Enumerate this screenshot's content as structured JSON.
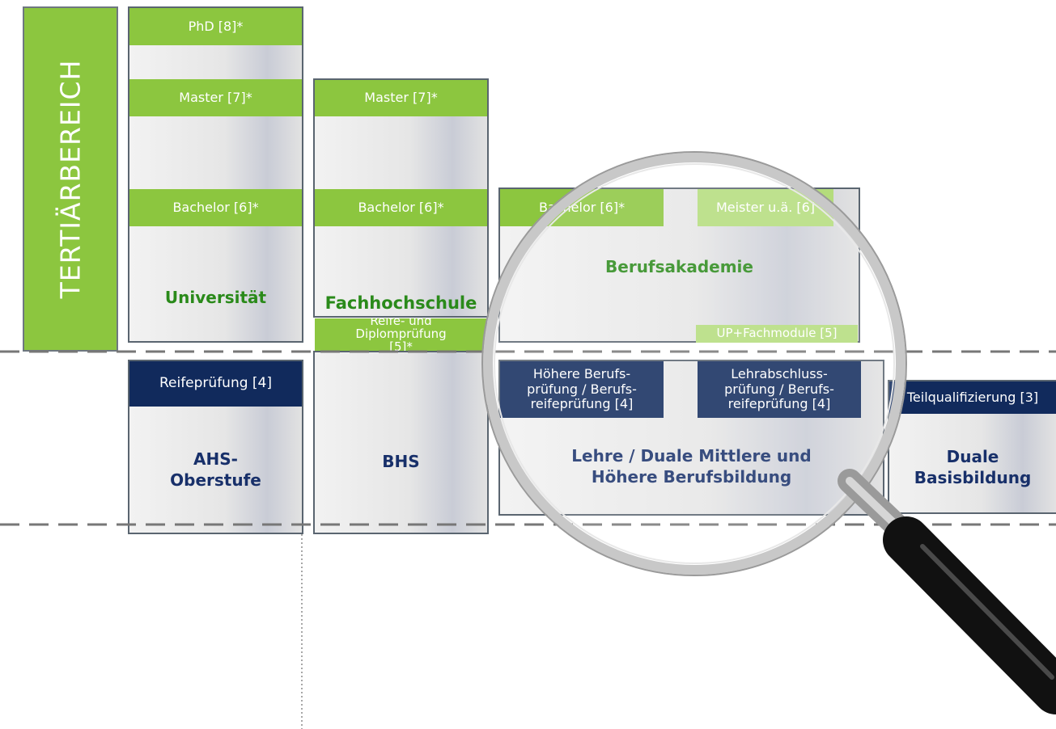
{
  "side_label": "TERTIÄRBEREICH",
  "university": {
    "name": "Universität",
    "phd": "PhD [8]*",
    "master": "Master [7]*",
    "bachelor": "Bachelor [6]*"
  },
  "fh": {
    "name": "Fachhochschule",
    "master": "Master [7]*",
    "bachelor": "Bachelor [6]*",
    "diploma": "Reife- und Diplomprüfung [5]*"
  },
  "ba": {
    "name": "Berufsakademie",
    "bachelor": "Bachelor [6]*",
    "meister": "Meister u.ä. [6]",
    "up": "UP+Fachmodule [5]"
  },
  "ahs": {
    "name": "AHS-\nOberstufe",
    "exam": "Reifeprüfung [4]"
  },
  "bhs": {
    "name": "BHS"
  },
  "lehre": {
    "name": "Lehre / Duale Mittlere und\nHöhere Berufsbildung",
    "exam1": "Höhere Berufs-\nprüfung / Berufs-\nreifeprüfung [4]",
    "exam2": "Lehrabschluss-\nprüfung / Berufs-\nreifeprüfung [4]"
  },
  "duale": {
    "name": "Duale\nBasisbildung",
    "exam": "Teilqualifizierung [3]"
  },
  "colors": {
    "green": "#8cc63f",
    "green_light": "#b4dc7c",
    "navy": "#112a5c",
    "green_text": "#2a8a1a",
    "navy_text": "#18306a"
  }
}
